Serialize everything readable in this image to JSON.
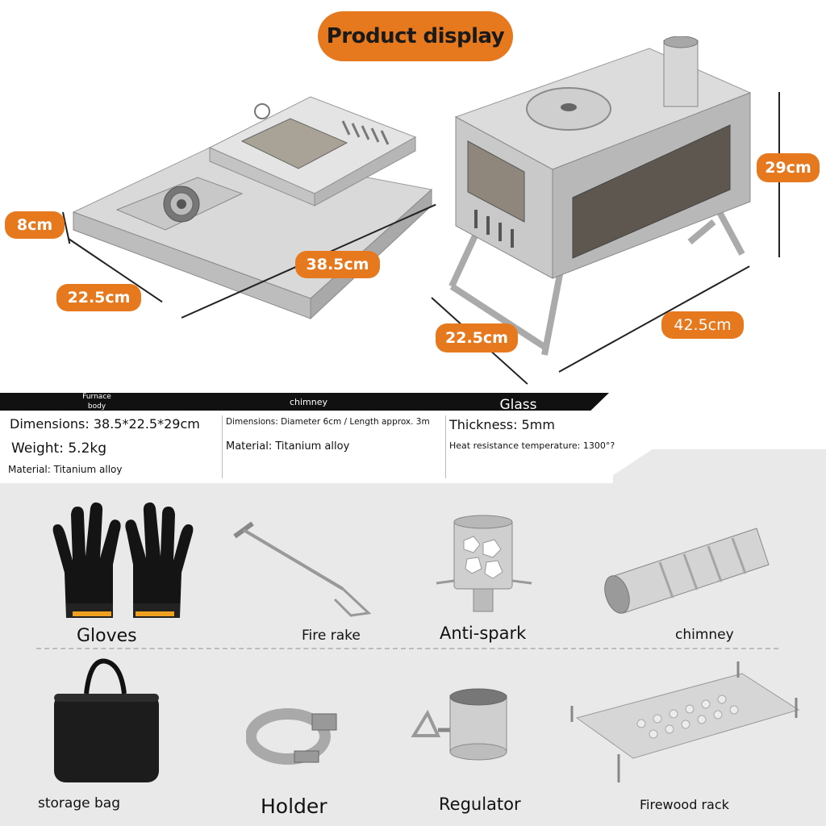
{
  "header": {
    "title": "Product display"
  },
  "dimensions": {
    "folded_height": "8cm",
    "folded_width": "22.5cm",
    "folded_length": "38.5cm",
    "open_height": "29cm",
    "open_width": "22.5cm",
    "open_length": "42.5cm"
  },
  "specs": {
    "furnace": {
      "title": "Furnace body",
      "dimensions": "Dimensions: 38.5*22.5*29cm",
      "weight": "Weight: 5.2kg",
      "material": "Material: Titanium alloy"
    },
    "chimney": {
      "title": "chimney",
      "dimensions": "Dimensions: Diameter 6cm / Length approx. 3m",
      "material": "Material: Titanium alloy"
    },
    "glass": {
      "title": "Glass",
      "thickness": "Thickness: 5mm",
      "heat": "Heat resistance temperature: 1300°?"
    }
  },
  "accessories": [
    {
      "label": "Gloves"
    },
    {
      "label": "Fire rake"
    },
    {
      "label": "Anti-spark"
    },
    {
      "label": "chimney"
    },
    {
      "label": "storage bag"
    },
    {
      "label": "Holder"
    },
    {
      "label": "Regulator"
    },
    {
      "label": "Firewood rack"
    }
  ],
  "colors": {
    "accent": "#e6781d",
    "band": "#111111",
    "panel": "#e9e9e9"
  }
}
